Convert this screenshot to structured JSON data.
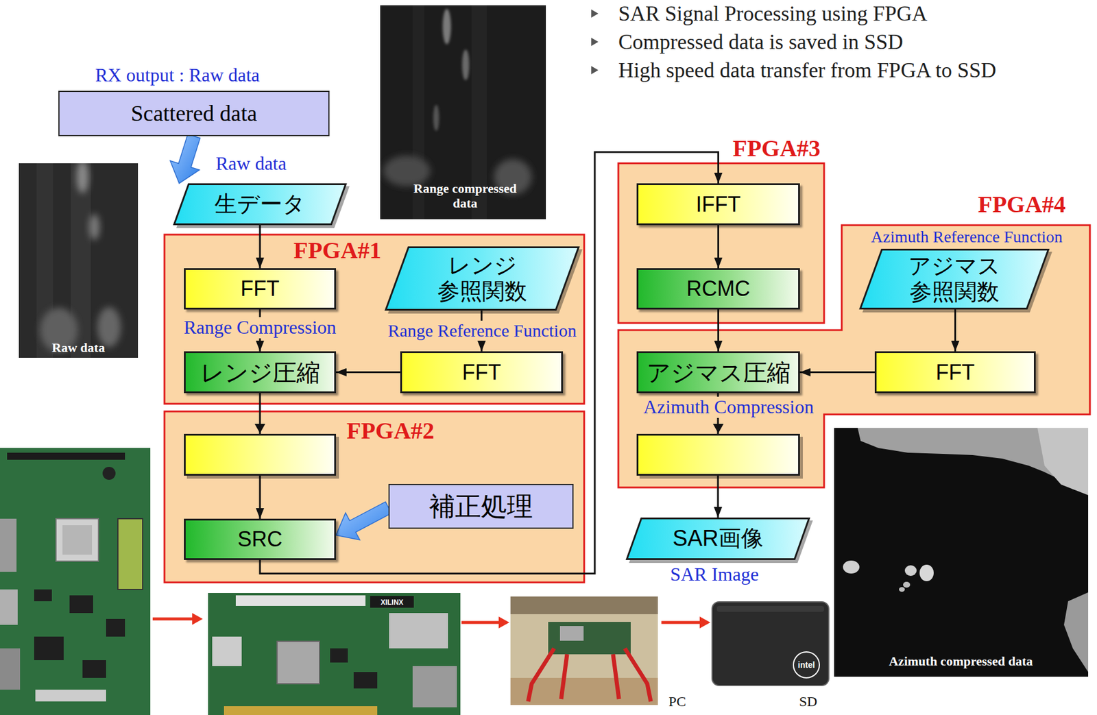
{
  "diagram": {
    "nodes": [
      {
        "text": [
          "Scattered data"
        ]
      },
      {
        "text": [
          "生データ"
        ]
      },
      {
        "text": [
          "FPGA#1"
        ]
      },
      {
        "text": [
          "FFT"
        ],
        "in": 2
      },
      {
        "text": [
          "レンジ 参照関数"
        ],
        "in": 2
      },
      {
        "text": [
          "レンジ圧縮"
        ],
        "in": 2
      },
      {
        "text": [
          "FFT"
        ],
        "in": 2
      },
      {
        "text": [
          "FPGA#2"
        ]
      },
      {
        "text": [
          "補正処理"
        ],
        "in": 7
      },
      {
        "text": [
          "SRC"
        ],
        "in": 7
      },
      {
        "text": [
          "FPGA#3"
        ]
      },
      {
        "text": [
          "IFFT"
        ],
        "in": 10
      },
      {
        "text": [
          "RCMC"
        ],
        "in": 10
      },
      {
        "text": [
          "FPGA#4"
        ]
      },
      {
        "text": [
          "アジマス 参照関数"
        ],
        "in": 13
      },
      {
        "text": [
          "アジマス圧縮"
        ],
        "in": 13
      },
      {
        "text": [
          "FFT"
        ],
        "in": 13
      },
      {
        "text": [
          "SAR画像"
        ]
      }
    ],
    "edges": [
      {
        "from": 0,
        "to": 1,
        "arrow": "to",
        "label": "Raw data"
      },
      {
        "from": 1,
        "to": 3,
        "arrow": "to"
      },
      {
        "from": 3,
        "to": 5,
        "arrow": "to"
      },
      {
        "from": 4,
        "to": 6,
        "arrow": "to"
      },
      {
        "from": 6,
        "to": 5,
        "arrow": "to"
      },
      {
        "from": 5,
        "to": 9,
        "arrow": "to"
      },
      {
        "from": 8,
        "to": 9,
        "arrow": "to"
      },
      {
        "from": 9,
        "to": 11,
        "arrow": "to"
      },
      {
        "from": 11,
        "to": 12,
        "arrow": "to"
      },
      {
        "from": 12,
        "to": 15,
        "arrow": "to"
      },
      {
        "from": 14,
        "to": 16,
        "arrow": "to"
      },
      {
        "from": 16,
        "to": 15,
        "arrow": "to"
      },
      {
        "from": 15,
        "to": 17,
        "arrow": "to"
      }
    ],
    "labels": [
      "SAR Signal Processing using FPGA",
      "Compressed data is saved in SSD",
      "High speed data transfer from FPGA to SSD",
      "RX output : Raw data",
      "Raw data",
      "Range compressed data",
      "Range Compression",
      "Range Reference Function",
      "Azimuth Reference Function",
      "Azimuth Compression",
      "SAR Image",
      "Azimuth compressed data",
      "PC",
      "SD",
      "XILINX",
      "intel"
    ]
  }
}
